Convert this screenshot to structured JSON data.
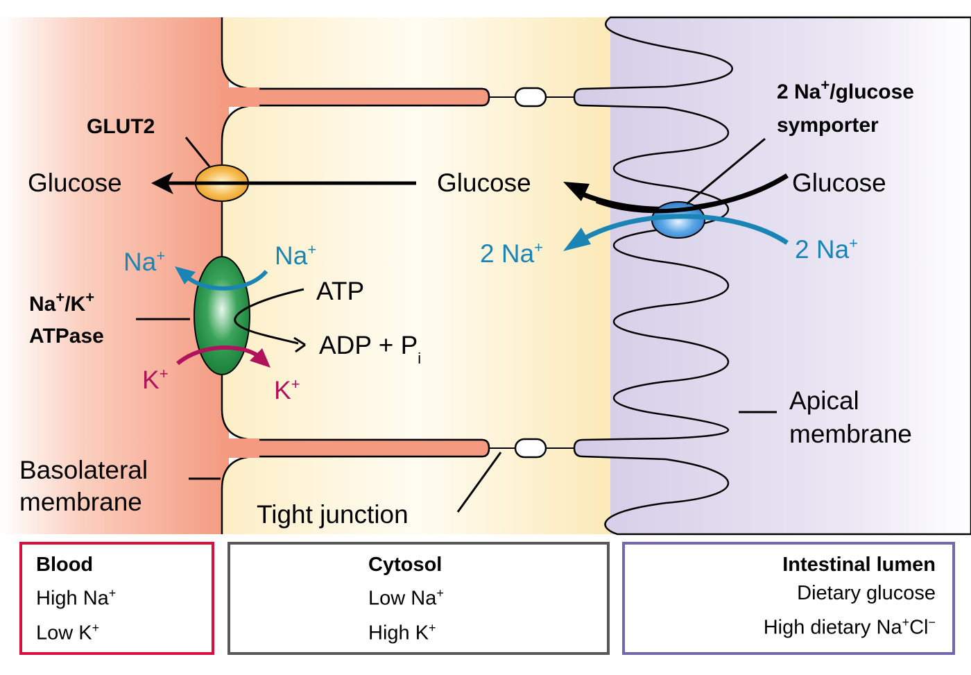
{
  "compartments": {
    "blood_color": "#f49a80",
    "cytosol_color": "#fdf1cf",
    "lumen_color": "#d9d2ea"
  },
  "labels": {
    "glut2": "GLUT2",
    "glucose_blood": "Glucose",
    "glucose_cytosol": "Glucose",
    "glucose_lumen": "Glucose",
    "symporter_line1_pre": "2 Na",
    "symporter_line1_sup": "+",
    "symporter_line1_post": "/glucose",
    "symporter_line2": "symporter",
    "na_lumen_pre": "2 Na",
    "na_lumen_sup": "+",
    "na_cytosol_pre": "2 Na",
    "na_cytosol_sup": "+",
    "na_out": "Na",
    "na_out_sup": "+",
    "na_in": "Na",
    "na_in_sup": "+",
    "nak_line1_a": "Na",
    "nak_line1_sup1": "+",
    "nak_line1_b": "/K",
    "nak_line1_sup2": "+",
    "nak_line2": "ATPase",
    "atp": "ATP",
    "adp": "ADP + P",
    "adp_sub": "i",
    "k_in": "K",
    "k_in_sup": "+",
    "k_out": "K",
    "k_out_sup": "+",
    "apical_line1": "Apical",
    "apical_line2": "membrane",
    "basolateral_line1": "Basolateral",
    "basolateral_line2": "membrane",
    "tight_junction": "Tight junction"
  },
  "colors": {
    "sodium": "#1a85b5",
    "potassium": "#b0125c",
    "glut2": "#f2a93b",
    "nak_pump": "#1e8a3e",
    "symporter": "#3b8fd6"
  },
  "boxes": {
    "blood": {
      "title": "Blood",
      "rows": [
        {
          "text": "High Na",
          "sup": "+"
        },
        {
          "text": "Low K",
          "sup": "+"
        }
      ]
    },
    "cytosol": {
      "title": "Cytosol",
      "rows": [
        {
          "text": "Low Na",
          "sup": "+"
        },
        {
          "text": "High K",
          "sup": "+"
        }
      ]
    },
    "lumen": {
      "title": "Intestinal lumen",
      "rows": [
        {
          "text": "Dietary glucose",
          "sup": ""
        },
        {
          "text": "High dietary Na",
          "sup": "+",
          "post": "Cl",
          "sup2": "−"
        }
      ]
    }
  }
}
